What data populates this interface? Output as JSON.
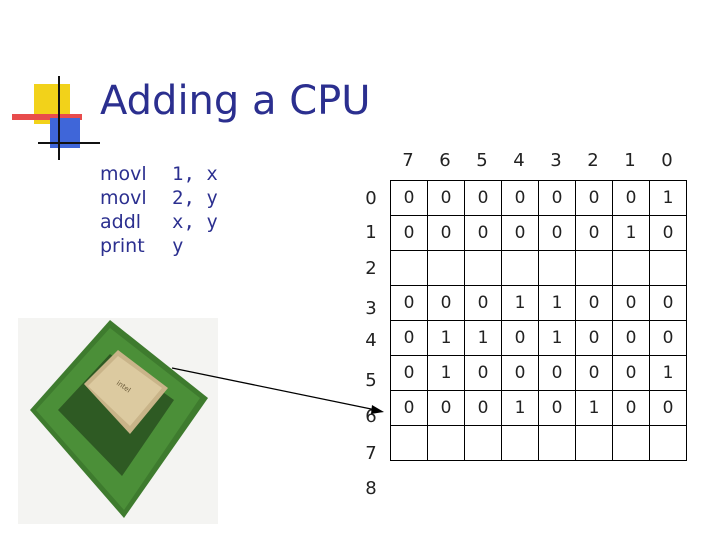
{
  "slide": {
    "title": "Adding a CPU",
    "instructions": {
      "ops": [
        "movl",
        "movl",
        "addl",
        "print"
      ],
      "args": [
        "1, x",
        "2, y",
        "x, y",
        "y"
      ]
    }
  },
  "memory": {
    "col_headers": [
      "7",
      "6",
      "5",
      "4",
      "3",
      "2",
      "1",
      "0"
    ],
    "row_headers": [
      "0",
      "1",
      "2",
      "3",
      "4",
      "5",
      "6",
      "7",
      "8"
    ],
    "rows": [
      [
        "0",
        "0",
        "0",
        "0",
        "0",
        "0",
        "0",
        "1"
      ],
      [
        "0",
        "0",
        "0",
        "0",
        "0",
        "0",
        "1",
        "0"
      ],
      [
        "",
        "",
        "",
        "",
        "",
        "",
        "",
        ""
      ],
      [
        "0",
        "0",
        "0",
        "1",
        "1",
        "0",
        "0",
        "0"
      ],
      [
        "0",
        "1",
        "1",
        "0",
        "1",
        "0",
        "0",
        "0"
      ],
      [
        "0",
        "1",
        "0",
        "0",
        "0",
        "0",
        "0",
        "1"
      ],
      [
        "0",
        "0",
        "0",
        "1",
        "0",
        "1",
        "0",
        "0"
      ],
      [
        "",
        "",
        "",
        "",
        "",
        "",
        "",
        ""
      ]
    ]
  },
  "colors": {
    "title": "#2b2f8f",
    "chip_board": "#3e7b2e",
    "chip_die": "#c9b489"
  }
}
